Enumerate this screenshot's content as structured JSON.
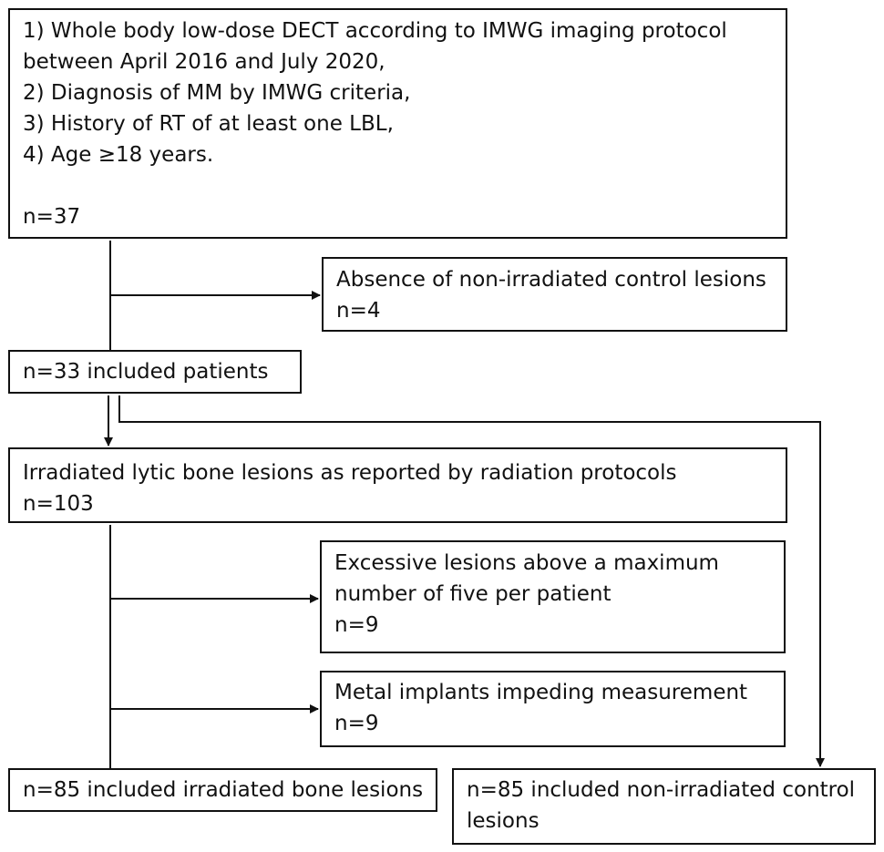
{
  "eligibility_box": {
    "lines": [
      "1) Whole body low-dose DECT according to IMWG imaging protocol",
      "between April 2016 and July 2020,",
      "2) Diagnosis of MM by IMWG criteria,",
      "3) History of RT of at least one LBL,",
      "4) Age ≥18 years."
    ],
    "count": "n=37"
  },
  "exclusion_control_box": {
    "label": "Absence of non-irradiated control lesions",
    "count": "n=4"
  },
  "included_patients_box": {
    "label": "n=33 included patients"
  },
  "irradiated_lesions_box": {
    "label": "Irradiated lytic bone lesions as reported by radiation protocols",
    "count": "n=103"
  },
  "exclusion_excessive_box": {
    "lines": [
      "Excessive lesions above a maximum",
      "number of five per patient"
    ],
    "count": "n=9"
  },
  "exclusion_metal_box": {
    "label": "Metal implants impeding measurement",
    "count": "n=9"
  },
  "final_irradiated_box": {
    "label": "n=85 included irradiated bone lesions"
  },
  "final_control_box": {
    "lines": [
      "n=85 included non-irradiated control",
      "lesions"
    ]
  },
  "colors": {
    "stroke": "#111111",
    "background": "#ffffff",
    "text": "#111111"
  }
}
